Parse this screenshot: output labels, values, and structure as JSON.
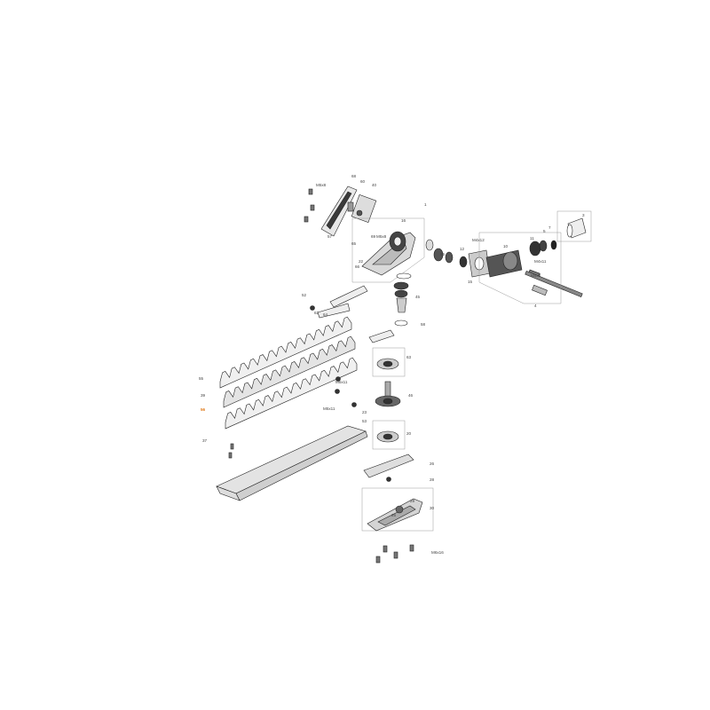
{
  "diagram": {
    "accent_highlight": "#e07a1a",
    "callouts": [
      {
        "id": "c1",
        "text": "1"
      },
      {
        "id": "c3",
        "text": "3"
      },
      {
        "id": "c4",
        "text": "4"
      },
      {
        "id": "c5",
        "text": "5"
      },
      {
        "id": "c7",
        "text": "7"
      },
      {
        "id": "c10",
        "text": "10"
      },
      {
        "id": "c11",
        "text": "11"
      },
      {
        "id": "c12",
        "text": "12"
      },
      {
        "id": "c15",
        "text": "15"
      },
      {
        "id": "c16",
        "text": "16"
      },
      {
        "id": "c20",
        "text": "20"
      },
      {
        "id": "c22",
        "text": "22"
      },
      {
        "id": "c23",
        "text": "23"
      },
      {
        "id": "c25",
        "text": "25"
      },
      {
        "id": "c26",
        "text": "26"
      },
      {
        "id": "c28",
        "text": "28"
      },
      {
        "id": "c29",
        "text": "29"
      },
      {
        "id": "c30",
        "text": "30"
      },
      {
        "id": "c37",
        "text": "37"
      },
      {
        "id": "c39",
        "text": "39"
      },
      {
        "id": "c40",
        "text": "40"
      },
      {
        "id": "c45",
        "text": "45"
      },
      {
        "id": "c46",
        "text": "46"
      },
      {
        "id": "c52",
        "text": "52"
      },
      {
        "id": "c53",
        "text": "53"
      },
      {
        "id": "c55",
        "text": "55"
      },
      {
        "id": "c56",
        "text": "56"
      },
      {
        "id": "c57",
        "text": "57"
      },
      {
        "id": "c58",
        "text": "58"
      },
      {
        "id": "c60",
        "text": "60"
      },
      {
        "id": "c62",
        "text": "62"
      },
      {
        "id": "c63",
        "text": "63"
      },
      {
        "id": "c64",
        "text": "64"
      },
      {
        "id": "c65",
        "text": "65"
      },
      {
        "id": "c66",
        "text": "66"
      },
      {
        "id": "c68",
        "text": "68"
      },
      {
        "id": "c69",
        "text": "69"
      },
      {
        "id": "c95",
        "text": "95"
      }
    ],
    "screw_labels": [
      {
        "id": "s1",
        "text": "M5x8"
      },
      {
        "id": "s2",
        "text": "M5x8"
      },
      {
        "id": "s3",
        "text": "M4x12"
      },
      {
        "id": "s4",
        "text": "M4x11"
      },
      {
        "id": "s5",
        "text": "M4x8"
      },
      {
        "id": "s6",
        "text": "M5x11"
      },
      {
        "id": "s7",
        "text": "M5x11"
      },
      {
        "id": "s8",
        "text": "M6x16"
      }
    ]
  }
}
